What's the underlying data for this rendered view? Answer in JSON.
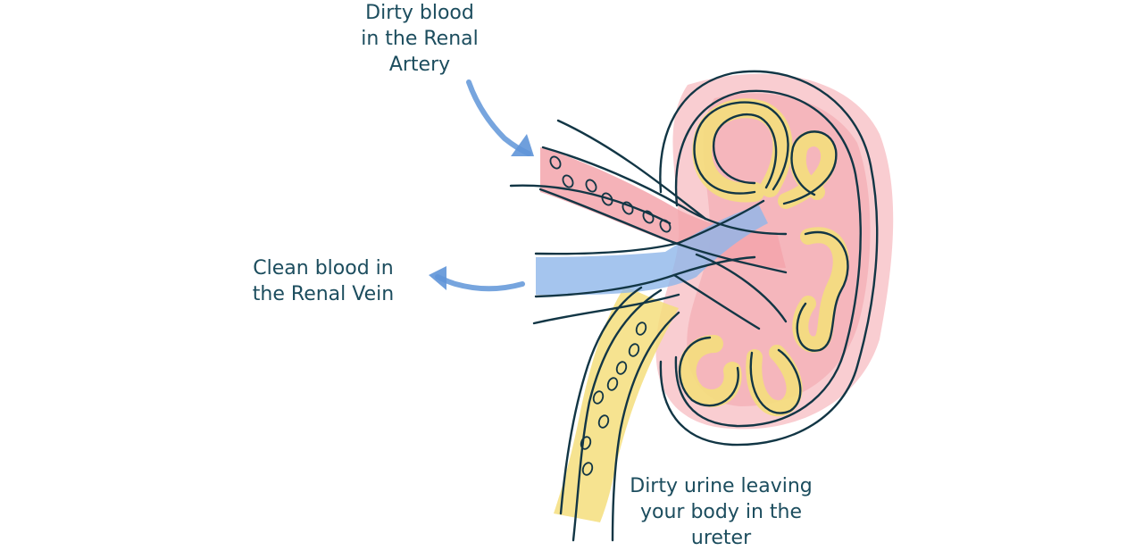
{
  "labels": {
    "artery": [
      "Dirty blood",
      "in the Renal",
      "Artery"
    ],
    "vein": [
      "Clean blood in",
      "the Renal Vein"
    ],
    "ureter": [
      "Dirty urine leaving",
      "your body in the",
      "ureter"
    ]
  },
  "colors": {
    "text": "#1c4d5e",
    "outline": "#123645",
    "artery_red": "#f3a4ac",
    "cortex_pink": "#f8c8cc",
    "vein_blue": "#8fb7ea",
    "arrow_blue": "#5f95d8",
    "urine_yellow": "#f4de7c"
  }
}
